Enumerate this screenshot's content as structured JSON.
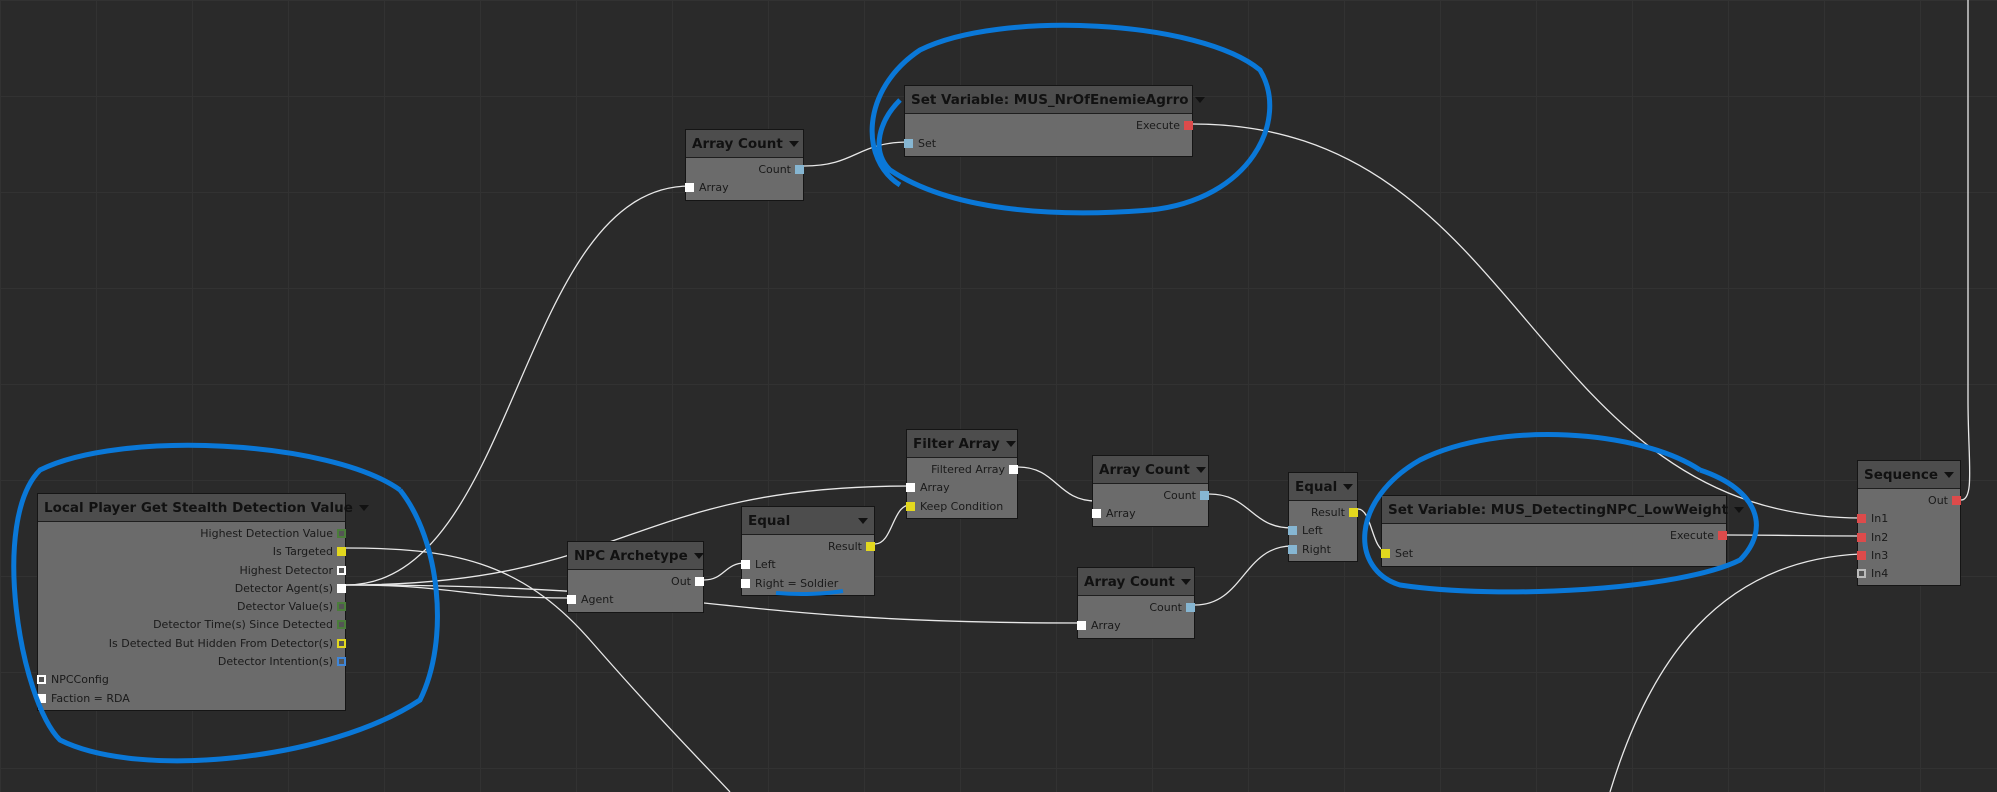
{
  "port_colors": {
    "white": "#ffffff",
    "yellow": "#e3d81e",
    "green": "#4b7d3b",
    "blue": "#3f86d8",
    "lightblue": "#86b6d2",
    "red": "#dd4b4b",
    "grey": "#bbbbbb"
  },
  "annotation_color": "#0a78d8",
  "nodes": [
    {
      "id": "stealth",
      "title": "Local Player Get Stealth Detection Value",
      "ports": [
        {
          "dir": "out",
          "label": "Highest Detection Value",
          "color": "green",
          "filled": false
        },
        {
          "dir": "out",
          "label": "Is Targeted",
          "color": "yellow",
          "filled": true
        },
        {
          "dir": "out",
          "label": "Highest Detector",
          "color": "white",
          "filled": false
        },
        {
          "dir": "out",
          "label": "Detector Agent(s)",
          "color": "white",
          "filled": true
        },
        {
          "dir": "out",
          "label": "Detector Value(s)",
          "color": "green",
          "filled": false
        },
        {
          "dir": "out",
          "label": "Detector Time(s) Since Detected",
          "color": "green",
          "filled": false
        },
        {
          "dir": "out",
          "label": "Is Detected But Hidden From Detector(s)",
          "color": "yellow",
          "filled": false
        },
        {
          "dir": "out",
          "label": "Detector Intention(s)",
          "color": "blue",
          "filled": false
        },
        {
          "dir": "in",
          "label": "NPCConfig",
          "color": "white",
          "filled": false
        },
        {
          "dir": "in",
          "label": "Faction = RDA",
          "color": "white",
          "filled": true
        }
      ]
    },
    {
      "id": "count1",
      "title": "Array Count",
      "ports": [
        {
          "dir": "out",
          "label": "Count",
          "color": "lightblue",
          "filled": true
        },
        {
          "dir": "in",
          "label": "Array",
          "color": "white",
          "filled": true
        }
      ]
    },
    {
      "id": "setvar1",
      "title": "Set Variable: MUS_NrOfEnemieAgrro",
      "ports": [
        {
          "dir": "out",
          "label": "Execute",
          "color": "red",
          "filled": true
        },
        {
          "dir": "in",
          "label": "Set",
          "color": "lightblue",
          "filled": true
        }
      ]
    },
    {
      "id": "npcarch",
      "title": "NPC Archetype",
      "ports": [
        {
          "dir": "out",
          "label": "Out",
          "color": "white",
          "filled": true
        },
        {
          "dir": "in",
          "label": "Agent",
          "color": "white",
          "filled": true
        }
      ]
    },
    {
      "id": "equal1",
      "title": "Equal",
      "ports": [
        {
          "dir": "out",
          "label": "Result",
          "color": "yellow",
          "filled": true
        },
        {
          "dir": "in",
          "label": "Left",
          "color": "white",
          "filled": true
        },
        {
          "dir": "in",
          "label": "Right = Soldier",
          "color": "white",
          "filled": true
        }
      ]
    },
    {
      "id": "filter",
      "title": "Filter Array",
      "ports": [
        {
          "dir": "out",
          "label": "Filtered Array",
          "color": "white",
          "filled": true
        },
        {
          "dir": "in",
          "label": "Array",
          "color": "white",
          "filled": true
        },
        {
          "dir": "in",
          "label": "Keep Condition",
          "color": "yellow",
          "filled": true
        }
      ]
    },
    {
      "id": "count2",
      "title": "Array Count",
      "ports": [
        {
          "dir": "out",
          "label": "Count",
          "color": "lightblue",
          "filled": true
        },
        {
          "dir": "in",
          "label": "Array",
          "color": "white",
          "filled": true
        }
      ]
    },
    {
      "id": "count3",
      "title": "Array Count",
      "ports": [
        {
          "dir": "out",
          "label": "Count",
          "color": "lightblue",
          "filled": true
        },
        {
          "dir": "in",
          "label": "Array",
          "color": "white",
          "filled": true
        }
      ]
    },
    {
      "id": "equal2",
      "title": "Equal",
      "ports": [
        {
          "dir": "out",
          "label": "Result",
          "color": "yellow",
          "filled": true
        },
        {
          "dir": "in",
          "label": "Left",
          "color": "lightblue",
          "filled": true
        },
        {
          "dir": "in",
          "label": "Right",
          "color": "lightblue",
          "filled": true
        }
      ]
    },
    {
      "id": "setvar2",
      "title": "Set Variable: MUS_DetectingNPC_LowWeight",
      "ports": [
        {
          "dir": "out",
          "label": "Execute",
          "color": "red",
          "filled": true
        },
        {
          "dir": "in",
          "label": "Set",
          "color": "yellow",
          "filled": true
        }
      ]
    },
    {
      "id": "sequence",
      "title": "Sequence",
      "ports": [
        {
          "dir": "out",
          "label": "Out",
          "color": "red",
          "filled": true
        },
        {
          "dir": "in",
          "label": "In1",
          "color": "red",
          "filled": true
        },
        {
          "dir": "in",
          "label": "In2",
          "color": "red",
          "filled": true
        },
        {
          "dir": "in",
          "label": "In3",
          "color": "red",
          "filled": true
        },
        {
          "dir": "in",
          "label": "In4",
          "color": "grey",
          "filled": false
        }
      ]
    }
  ]
}
